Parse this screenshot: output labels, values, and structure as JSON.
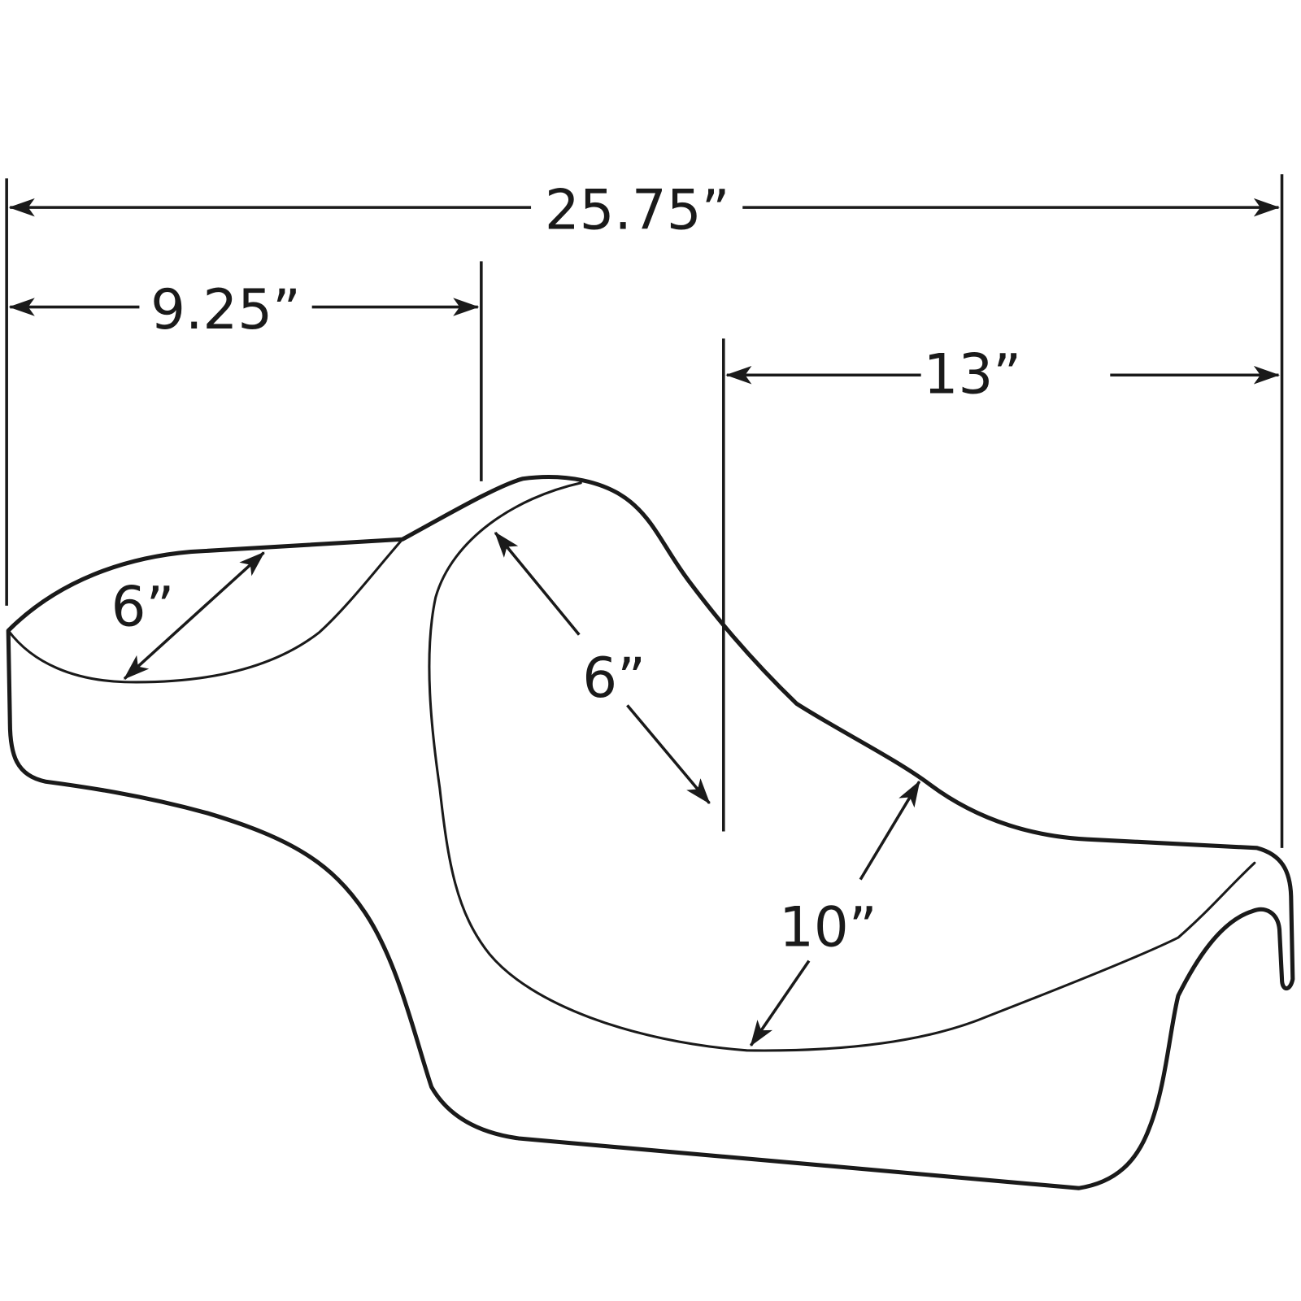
{
  "diagram": {
    "dimensions": {
      "overall_length": "25.75”",
      "rear_section_length": "9.25”",
      "front_section_length": "13”",
      "rear_seat_width": "6”",
      "backrest_height": "6”",
      "front_seat_width": "10”"
    }
  }
}
